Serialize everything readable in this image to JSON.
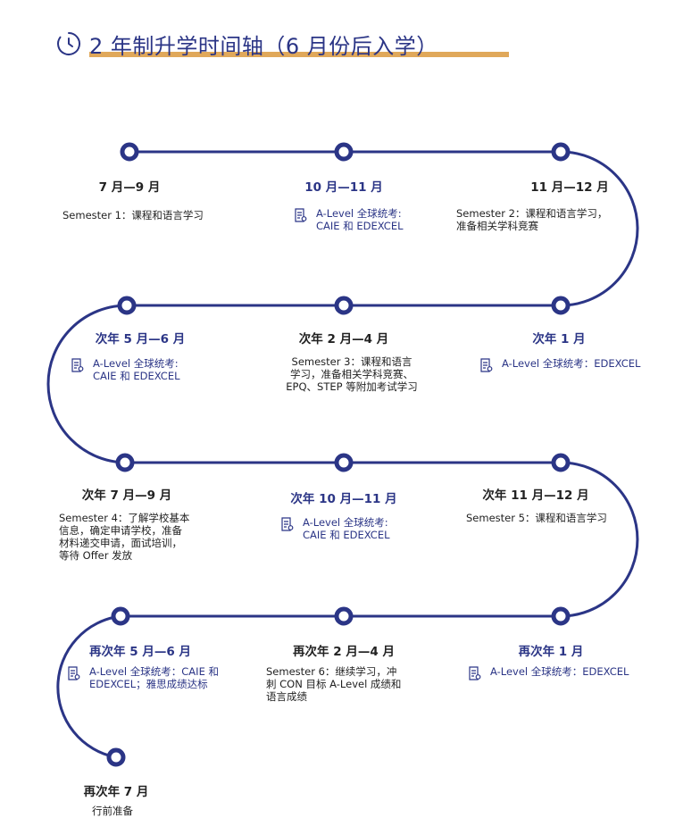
{
  "title": "2 年制升学时间轴（6 月份后入学）",
  "colors": {
    "primary": "#2b3586",
    "accent": "#e0a85a",
    "text": "#222222"
  },
  "nodes": [
    {
      "label": "7 月—9 月",
      "label_style": "dark",
      "kind": "text",
      "text": "Semester 1：课程和语言学习"
    },
    {
      "label": "10 月—11 月",
      "label_style": "blue",
      "kind": "exam",
      "text": "A-Level 全球统考:\nCAIE 和 EDEXCEL"
    },
    {
      "label": "11 月—12 月",
      "label_style": "dark",
      "kind": "text",
      "text": "Semester 2：课程和语言学习，\n准备相关学科竞赛"
    },
    {
      "label": "次年 1 月",
      "label_style": "blue",
      "kind": "exam",
      "text": "A-Level 全球统考：EDEXCEL"
    },
    {
      "label": "次年 2 月—4 月",
      "label_style": "dark",
      "kind": "text",
      "text": "Semester 3：课程和语言\n学习，准备相关学科竞赛、\nEPQ、STEP 等附加考试学习"
    },
    {
      "label": "次年 5 月—6 月",
      "label_style": "blue",
      "kind": "exam",
      "text": "A-Level 全球统考:\nCAIE 和 EDEXCEL"
    },
    {
      "label": "次年 7 月—9 月",
      "label_style": "dark",
      "kind": "text",
      "text": "Semester 4：了解学校基本\n信息，确定申请学校，准备\n材料递交申请，面试培训，\n等待 Offer 发放"
    },
    {
      "label": "次年 10 月—11 月",
      "label_style": "blue",
      "kind": "exam",
      "text": "A-Level 全球统考:\nCAIE 和 EDEXCEL"
    },
    {
      "label": "次年 11 月—12 月",
      "label_style": "dark",
      "kind": "text",
      "text": "Semester 5：课程和语言学习"
    },
    {
      "label": "再次年 1 月",
      "label_style": "blue",
      "kind": "exam",
      "text": "A-Level 全球统考：EDEXCEL"
    },
    {
      "label": "再次年 2 月—4 月",
      "label_style": "dark",
      "kind": "text",
      "text": "Semester 6：继续学习，冲\n刺 CON 目标 A-Level 成绩和\n语言成绩"
    },
    {
      "label": "再次年 5 月—6 月",
      "label_style": "blue",
      "kind": "exam",
      "text": "A-Level 全球统考：CAIE 和\nEDEXCEL；雅思成绩达标"
    },
    {
      "label": "再次年 7 月",
      "label_style": "dark",
      "kind": "text",
      "text": "行前准备"
    }
  ]
}
